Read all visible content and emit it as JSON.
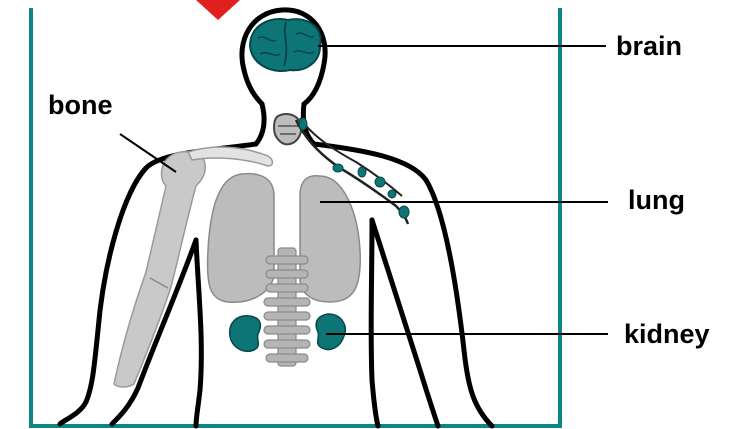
{
  "labels": {
    "brain": "brain",
    "bone": "bone",
    "lung": "lung",
    "kidney": "kidney"
  },
  "colors": {
    "frame": "#0e8585",
    "organ_teal": "#0d7575",
    "organ_teal_dark": "#07464a",
    "lung_gray": "#bcbcbc",
    "bone_gray": "#c9c9c9",
    "spine_gray": "#b5b5b5",
    "outline": "#000000",
    "marker_red": "#e01f1f"
  }
}
